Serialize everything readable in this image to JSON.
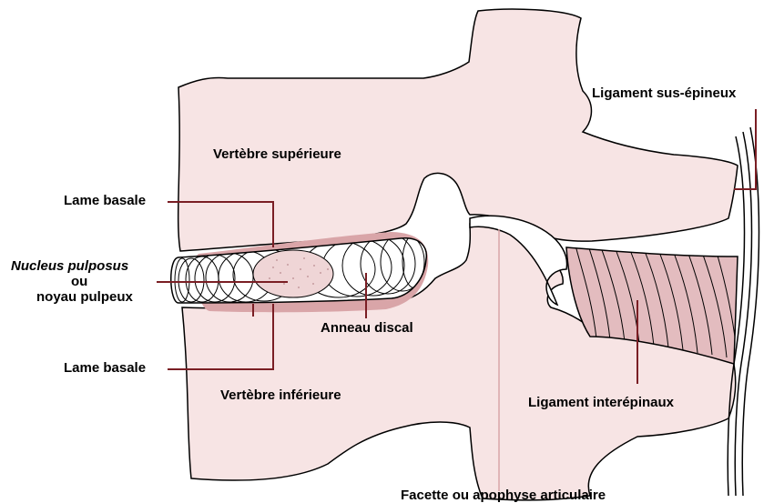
{
  "labels": {
    "vertebre_superieure": "Vertèbre supérieure",
    "vertebre_inferieure": "Vertèbre inférieure",
    "lame_basale_haut": "Lame basale",
    "lame_basale_bas": "Lame basale",
    "nucleus_line1": "Nucleus pulposus",
    "nucleus_line2": "ou",
    "nucleus_line3": "noyau pulpeux",
    "anneau_discal": "Anneau discal",
    "ligament_sus_epineux": "Ligament sus-épineux",
    "ligament_interepinaux": "Ligament interépinaux",
    "facette": "Facette ou apophyse articulaire"
  },
  "colors": {
    "bone_fill": "#f7e4e4",
    "outline": "#000000",
    "pointer_line": "#7a1e24",
    "disc_halo": "#d9a5a8",
    "ligament_fill": "#e3bcbf",
    "nucleus_fill": "#efd5d6"
  }
}
